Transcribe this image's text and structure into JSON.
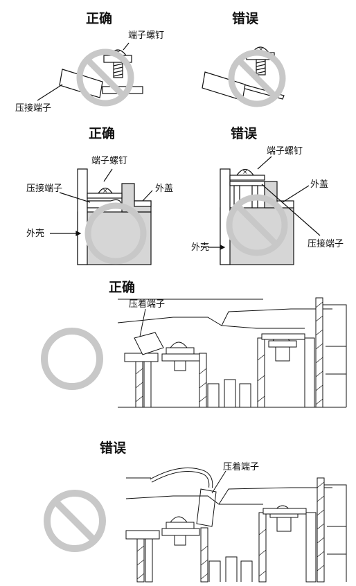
{
  "section1": {
    "correct_title": "正确",
    "wrong_title": "错误",
    "screw_label": "端子螺钉",
    "crimp_label": "压接端子"
  },
  "section2": {
    "correct_title": "正确",
    "wrong_title": "错误",
    "screw_label_left": "端子螺钉",
    "screw_label_right": "端子螺钉",
    "crimp_label_left": "压接端子",
    "crimp_label_right": "压接端子",
    "cover_label_left": "外盖",
    "cover_label_right": "外盖",
    "case_label_left": "外壳",
    "case_label_right": "外壳"
  },
  "section3": {
    "correct_title": "正确",
    "crimp_label": "压着端子"
  },
  "section4": {
    "wrong_title": "错误",
    "crimp_label": "压着端子"
  },
  "colors": {
    "symbol_gray": "#c8c8c8",
    "case_fill": "#d6d6d6",
    "line": "#111111"
  }
}
